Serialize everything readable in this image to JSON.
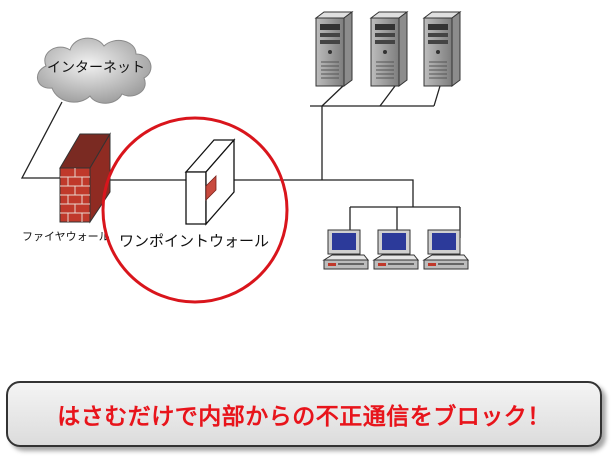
{
  "labels": {
    "internet": "インターネット",
    "firewall": "ファイヤウォール",
    "onepoint": "ワンポイントウォール"
  },
  "callout": {
    "text": "はさむだけで内部からの不正通信をブロック！"
  },
  "colors": {
    "highlight_circle": "#d9151c",
    "callout_text": "#e8141b",
    "brick": "#c0392b",
    "monitor_screen": "#2c3a9a",
    "cloud": "#cfcfcf"
  },
  "icons": {
    "internet": "cloud-icon",
    "firewall": "brick-wall-icon",
    "onepoint": "onepoint-wall-icon",
    "servers": "server-tower-icon",
    "clients": "desktop-computer-icon"
  }
}
